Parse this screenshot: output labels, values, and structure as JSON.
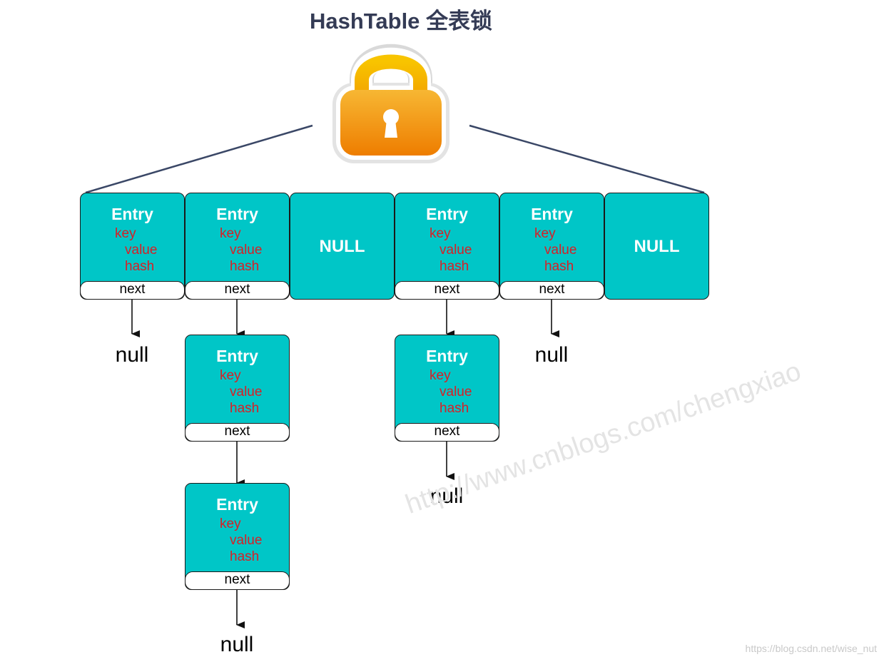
{
  "title": "HashTable 全表锁",
  "entry_fields": {
    "head": "Entry",
    "key": "key",
    "value": "value",
    "hash": "hash",
    "next": "next"
  },
  "null_cell_label": "NULL",
  "null_label": "null",
  "buckets": [
    {
      "type": "entry",
      "chain": [
        "entry"
      ],
      "terminal": "null"
    },
    {
      "type": "entry",
      "chain": [
        "entry",
        "entry",
        "entry"
      ],
      "terminal": "null"
    },
    {
      "type": "empty"
    },
    {
      "type": "entry",
      "chain": [
        "entry",
        "entry"
      ],
      "terminal": "null"
    },
    {
      "type": "entry",
      "chain": [
        "entry"
      ],
      "terminal": "null"
    },
    {
      "type": "empty"
    }
  ],
  "colors": {
    "cell": "#00c6c7",
    "field_text": "#d81f26",
    "line": "#3a4766",
    "lock_body": "#f39c12"
  },
  "icons": {
    "lock": "padlock-icon"
  },
  "watermark": "http://www.cnblogs.com/chengxiao",
  "credit": "https://blog.csdn.net/wise_nut"
}
